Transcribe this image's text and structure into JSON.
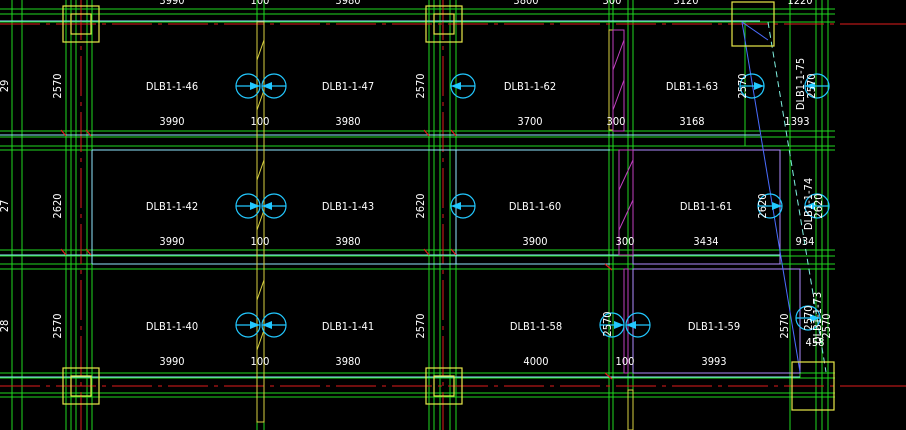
{
  "colors": {
    "background": "#000000",
    "grid": "#1fd91f",
    "axis": "#e01b1b",
    "slab_edge": "#8fe8ff",
    "column": "#e8e84a",
    "hatch_yellow": "#d8d040",
    "hatch_magenta": "#c040c0",
    "text": "#ffffff",
    "symbol": "#22c8ff",
    "diagonal_blue": "#4a6cff",
    "diagonal_cyan": "#7ff0e0"
  },
  "top_partial_dims": [
    "3990",
    "100",
    "3980",
    "3800",
    "300",
    "3120",
    "1220"
  ],
  "rows": [
    {
      "left_partial": "29",
      "height": "2570",
      "slabs": [
        {
          "label": "DLB1-1-46",
          "width": "3990"
        },
        {
          "label": "DLB1-1-47",
          "width": "3980"
        },
        {
          "label": "DLB1-1-62",
          "width": "3700"
        },
        {
          "label": "DLB1-1-63",
          "width": "3168"
        }
      ],
      "gap_dims": [
        "100",
        "300"
      ],
      "right_height": "2570",
      "right_width": "1393",
      "right_label": "DLB1-1-75",
      "right_height2": "2570"
    },
    {
      "left_partial": "27",
      "height": "2620",
      "slabs": [
        {
          "label": "DLB1-1-42",
          "width": "3990"
        },
        {
          "label": "DLB1-1-43",
          "width": "3980"
        },
        {
          "label": "DLB1-1-60",
          "width": "3900"
        },
        {
          "label": "DLB1-1-61",
          "width": "3434"
        }
      ],
      "gap_dims": [
        "100",
        "300"
      ],
      "right_height": "2620",
      "right_width": "934",
      "right_label": "DLB1-1-74",
      "right_height2": "2620"
    },
    {
      "left_partial": "28",
      "height": "2570",
      "slabs": [
        {
          "label": "DLB1-1-40",
          "width": "3990"
        },
        {
          "label": "DLB1-1-41",
          "width": "3980"
        },
        {
          "label": "DLB1-1-58",
          "width": "4000"
        },
        {
          "label": "DLB1-1-59",
          "width": "3993"
        }
      ],
      "gap_dims": [
        "100",
        "100"
      ],
      "right_height": "2570",
      "right_width": "458",
      "right_label": "DLB1-1-73",
      "right_height2": "2570",
      "mid_height": "2570",
      "right_height3": "2570"
    }
  ]
}
